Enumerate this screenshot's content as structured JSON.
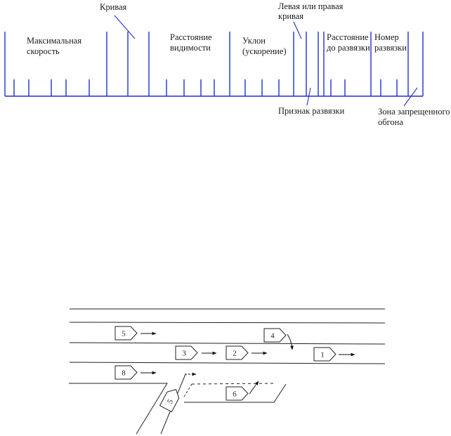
{
  "top_diagram": {
    "labels": {
      "max_speed": [
        "Максимальная",
        "скорость"
      ],
      "curve": "Кривая",
      "sight_distance": [
        "Расстояние",
        "видимости"
      ],
      "grade": [
        "Уклон",
        "(ускорение)"
      ],
      "left_right_curve": [
        "Левая или правая",
        "кривая"
      ],
      "distance_to_interchange": [
        "Расстояние",
        "до развязки"
      ],
      "interchange_number": [
        "Номер",
        "развязки"
      ],
      "interchange_flag": "Признак развязки",
      "no_passing_zone": [
        "Зона запрещенного",
        "обгона"
      ]
    },
    "line_color": "#1f2fd0"
  },
  "bottom_diagram": {
    "vehicles": [
      "5",
      "4",
      "3",
      "2",
      "1",
      "8",
      "6",
      "5"
    ]
  }
}
